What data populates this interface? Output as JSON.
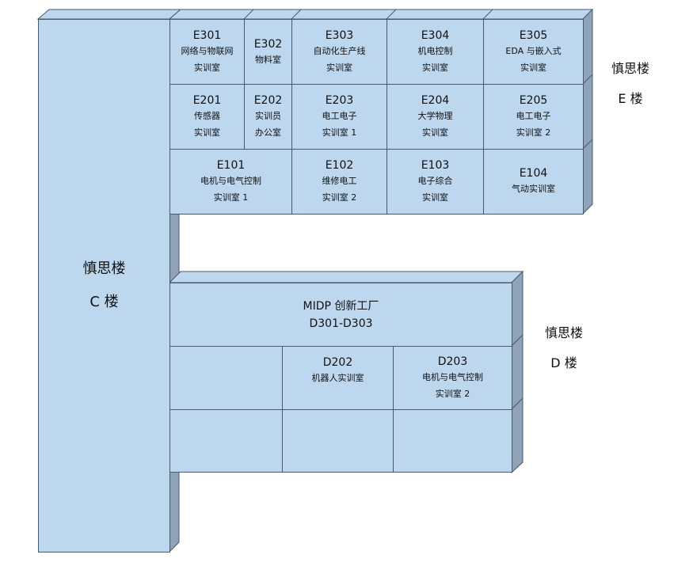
{
  "colors": {
    "fill": "#bdd7ee",
    "side": "#8ea3b8",
    "stroke": "#4a5a6e"
  },
  "c_building": {
    "name": "慎思楼",
    "code": "C 楼"
  },
  "e_building": {
    "name": "慎思楼",
    "code": "E 楼",
    "rooms": [
      {
        "code": "E301",
        "line1": "网络与物联网",
        "line2": "实训室"
      },
      {
        "code": "E302",
        "line1": "物料室"
      },
      {
        "code": "E303",
        "line1": "自动化生产线",
        "line2": "实训室"
      },
      {
        "code": "E304",
        "line1": "机电控制",
        "line2": "实训室"
      },
      {
        "code": "E305",
        "line1": "EDA 与嵌入式",
        "line2": "实训室"
      },
      {
        "code": "E201",
        "line1": "传感器",
        "line2": "实训室"
      },
      {
        "code": "E202",
        "line1": "实训员",
        "line2": "办公室"
      },
      {
        "code": "E203",
        "line1": "电工电子",
        "line2": "实训室 1"
      },
      {
        "code": "E204",
        "line1": "大学物理",
        "line2": "实训室"
      },
      {
        "code": "E205",
        "line1": "电工电子",
        "line2": "实训室 2"
      },
      {
        "code": "E101",
        "line1": "电机与电气控制",
        "line2": "实训室 1"
      },
      {
        "code": "E102",
        "line1": "维修电工",
        "line2": "实训室 2"
      },
      {
        "code": "E103",
        "line1": "电子综合",
        "line2": "实训室"
      },
      {
        "code": "E104",
        "line1": "气动实训室"
      }
    ]
  },
  "d_building": {
    "name": "慎思楼",
    "code": "D 楼",
    "rooms": [
      {
        "line1": "MIDP 创新工厂",
        "line2": "D301-D303"
      },
      {
        "code": "D202",
        "line1": "机器人实训室"
      },
      {
        "code": "D203",
        "line1": "电机与电气控制",
        "line2": "实训室 2"
      }
    ]
  }
}
